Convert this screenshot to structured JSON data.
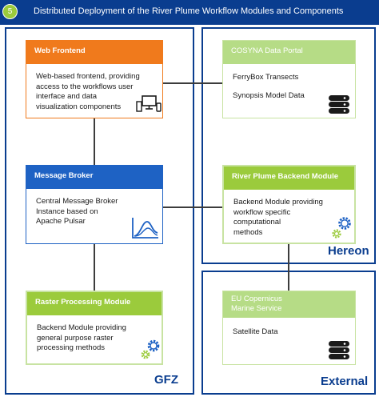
{
  "header": {
    "step": "5",
    "title": "Distributed Deployment of the River Plume Workflow Modules and Components"
  },
  "regions": {
    "gfz": "GFZ",
    "hereon": "Hereon",
    "external": "External"
  },
  "nodes": {
    "web_frontend": {
      "title": "Web Frontend",
      "lines": [
        "Web-based frontend, providing",
        "access to the workflows user",
        "interface and data",
        "visualization components"
      ]
    },
    "message_broker": {
      "title": "Message Broker",
      "lines": [
        "Central Message Broker",
        "Instance based on",
        "Apache Pulsar"
      ]
    },
    "raster_processing": {
      "title": "Raster Processing Module",
      "lines": [
        "Backend Module providing",
        "general purpose raster",
        "processing methods"
      ]
    },
    "cosyna": {
      "title": "COSYNA Data Portal",
      "items": [
        "FerryBox Transects",
        "Synopsis Model Data"
      ]
    },
    "river_plume_backend": {
      "title": "River Plume Backend Module",
      "lines": [
        "Backend Module providing",
        "workflow specific",
        "computational",
        "methods"
      ]
    },
    "eu_copernicus": {
      "title_lines": [
        "EU Copernicus",
        "Marine Service"
      ],
      "items": [
        "Satellite Data"
      ]
    }
  },
  "colors": {
    "navy": "#0a3d8f",
    "orange": "#f07a1c",
    "blue": "#1e62c4",
    "green": "#9bcb3c",
    "light_green": "#b6dc86",
    "light_green_border": "#c8e3a2"
  },
  "icons": [
    "monitor-icon",
    "river-plume-chart-icon",
    "gears-icon",
    "database-icon"
  ]
}
